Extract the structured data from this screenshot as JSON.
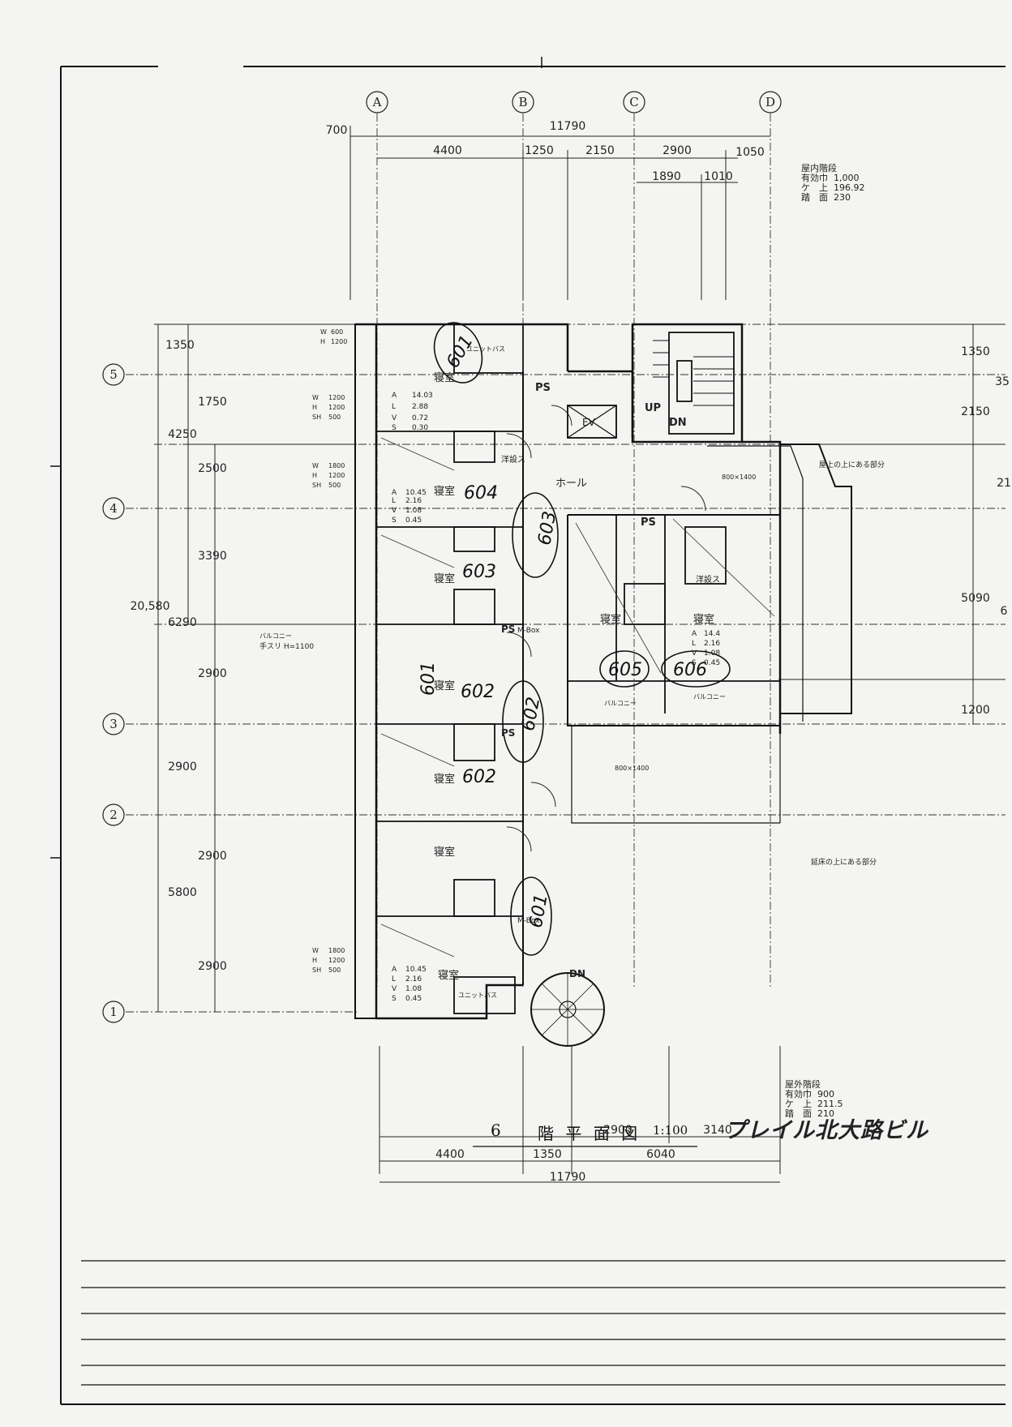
{
  "grid_columns": [
    "A",
    "B",
    "C",
    "D"
  ],
  "grid_rows": [
    "5",
    "4",
    "3",
    "2",
    "1"
  ],
  "dims_top_total": "11790",
  "dims_top": [
    "700",
    "4400",
    "1250",
    "2150",
    "2900",
    "1050"
  ],
  "dims_top_sub": [
    "1890",
    "1010"
  ],
  "dims_left": [
    "1350",
    "1750",
    "4250",
    "2500",
    "3390",
    "20,580",
    "6290",
    "2900",
    "2900",
    "2900",
    "5800",
    "2900"
  ],
  "dims_right": [
    "1350",
    "2150",
    "5090",
    "1200"
  ],
  "dims_right_edge": [
    "35",
    "21",
    "6"
  ],
  "dims_bottom": [
    "4400",
    "1350",
    "6040"
  ],
  "dims_bottom_sub": [
    "2900",
    "3140"
  ],
  "dims_bottom_total": "11790",
  "stair_indoor": {
    "title": "屋内階段",
    "lines": [
      [
        "有効巾",
        "1,000"
      ],
      [
        "ケ　上",
        "196.92"
      ],
      [
        "踏　面",
        "230"
      ]
    ]
  },
  "stair_outdoor": {
    "title": "屋外階段",
    "lines": [
      [
        "有効巾",
        "900"
      ],
      [
        "ケ　上",
        "211.5"
      ],
      [
        "踏　面",
        "210"
      ]
    ]
  },
  "room_label": "寝室",
  "western_label": "洋設ス",
  "hall_label": "ホール",
  "balcony_label": "バルコニー",
  "unit_bath_label": "ユニットバス",
  "ps_label": "PS",
  "ev_label": "EV",
  "up_label": "UP",
  "dn_label": "DN",
  "mbox_label": "M-Box",
  "handrail_note": [
    "バルコニー",
    "手スリ  H=1100"
  ],
  "duct_label": "800×1400",
  "roof_note_1": "屋上の上にある部分",
  "roof_note_2": "延床の上にある部分",
  "room_data_A": {
    "lines": [
      [
        "A",
        "14.03"
      ],
      [
        "L",
        "2.88"
      ],
      [
        "V",
        "0.72"
      ],
      [
        "S",
        "0.30"
      ]
    ]
  },
  "room_data_B": {
    "lines": [
      [
        "A",
        "10.45"
      ],
      [
        "L",
        "2.16"
      ],
      [
        "V",
        "1.08"
      ],
      [
        "S",
        "0.45"
      ]
    ]
  },
  "room_data_C": {
    "lines": [
      [
        "A",
        "14.4"
      ],
      [
        "L",
        "2.16"
      ],
      [
        "V",
        "1.08"
      ],
      [
        "S",
        "0.45"
      ]
    ]
  },
  "window_dims_A": [
    [
      "W",
      "600"
    ],
    [
      "H",
      "1200"
    ]
  ],
  "window_dims_B": [
    [
      "W",
      "1200"
    ],
    [
      "H",
      "1200"
    ],
    [
      "SH",
      "500"
    ]
  ],
  "window_dims_C": [
    [
      "W",
      "1800"
    ],
    [
      "H",
      "1200"
    ],
    [
      "SH",
      "500"
    ]
  ],
  "handwritten_numbers": [
    "601",
    "604",
    "603",
    "603",
    "602",
    "602",
    "602",
    "601",
    "605",
    "606",
    "601"
  ],
  "title_floor": "6",
  "title_text": "階 平 面 図",
  "title_scale": "1:100",
  "building_name": "プレイル北大路ビル"
}
